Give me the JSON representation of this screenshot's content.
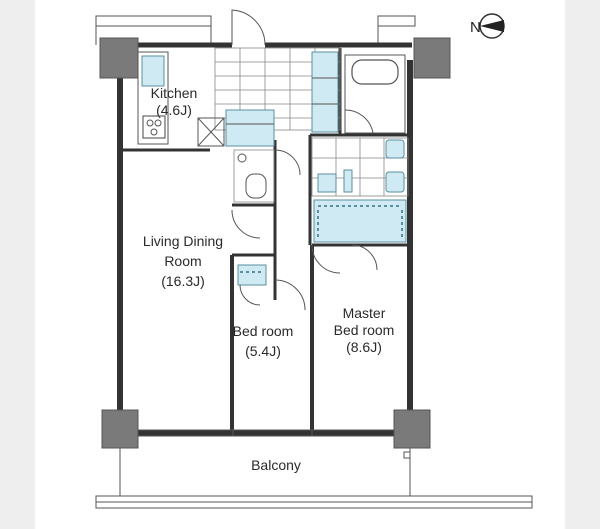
{
  "plan": {
    "compass_letter": "N",
    "rooms": [
      {
        "id": "kitchen",
        "lines": [
          "Kitchen",
          "(4.6J)"
        ]
      },
      {
        "id": "living",
        "lines": [
          "Living Dining",
          "Room",
          "(16.3J)"
        ]
      },
      {
        "id": "bedroom",
        "lines": [
          "Bed room",
          "(5.4J)"
        ]
      },
      {
        "id": "master",
        "lines": [
          "Master",
          "Bed room",
          "(8.6J)"
        ]
      },
      {
        "id": "balcony",
        "lines": [
          "Balcony"
        ]
      }
    ]
  },
  "colors": {
    "wall": "#333333",
    "fixture": "#cfeaf2",
    "pillar": "#7a7a7a",
    "background": "#eeeeee",
    "floor": "#ffffff"
  }
}
